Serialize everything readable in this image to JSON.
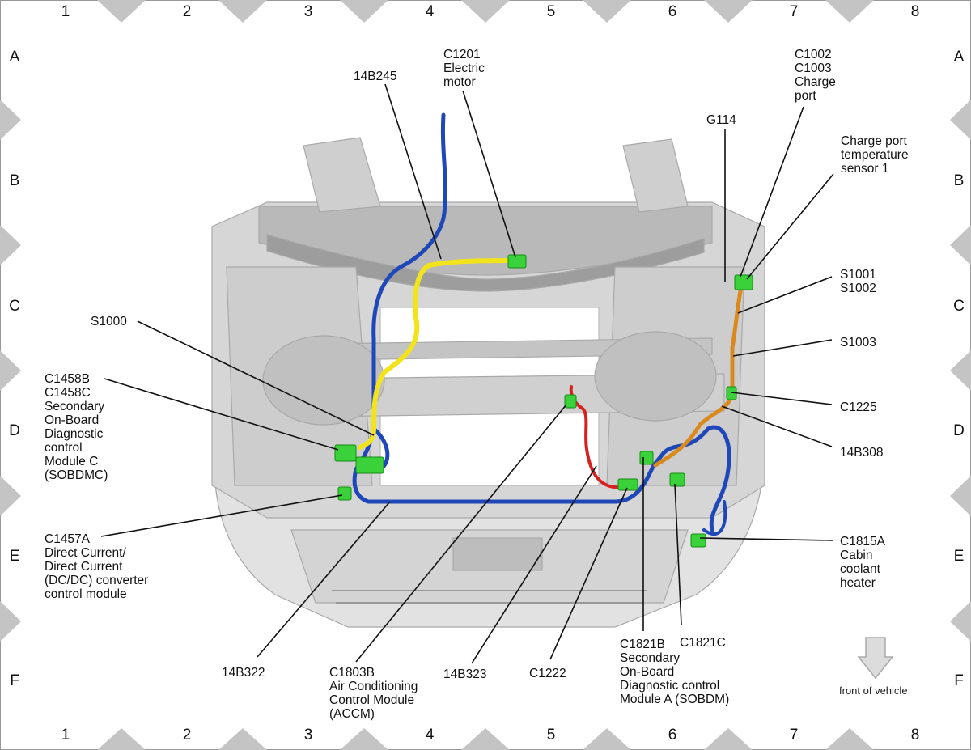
{
  "grid": {
    "columns": [
      "1",
      "2",
      "3",
      "4",
      "5",
      "6",
      "7",
      "8"
    ],
    "rows": [
      "A",
      "B",
      "C",
      "D",
      "E",
      "F"
    ]
  },
  "labels": {
    "c1201": "C1201\nElectric\nmotor",
    "b14b245": "14B245",
    "c1002": "C1002\nC1003\nCharge\nport",
    "g114": "G114",
    "cpts": "Charge port\ntemperature\nsensor 1",
    "s1001": "S1001\nS1002",
    "s1003": "S1003",
    "c1225": "C1225",
    "b14b308": "14B308",
    "s1000": "S1000",
    "c1458": "C1458B\nC1458C\nSecondary\nOn-Board\nDiagnostic\ncontrol\nModule C\n(SOBDMC)",
    "c1457a": "C1457A\nDirect Current/\nDirect Current\n(DC/DC) converter\ncontrol module",
    "c1815a": "C1815A\nCabin\ncoolant\nheater",
    "b14b322": "14B322",
    "c1803b": "C1803B\nAir Conditioning\nControl Module\n(ACCM)",
    "b14b323": "14B323",
    "c1222": "C1222",
    "c1821b": "C1821B\nSecondary\nOn-Board\nDiagnostic control\nModule A (SOBDM)",
    "c1821c": "C1821C"
  },
  "front_note": "front of vehicle",
  "colors": {
    "harness_blue": "#1f47b8",
    "harness_yellow": "#f2e41c",
    "harness_red": "#d92020",
    "harness_orange": "#d98a1e",
    "connector_green": "#3ad13a",
    "chassis_gray": "#c8c8c8"
  }
}
